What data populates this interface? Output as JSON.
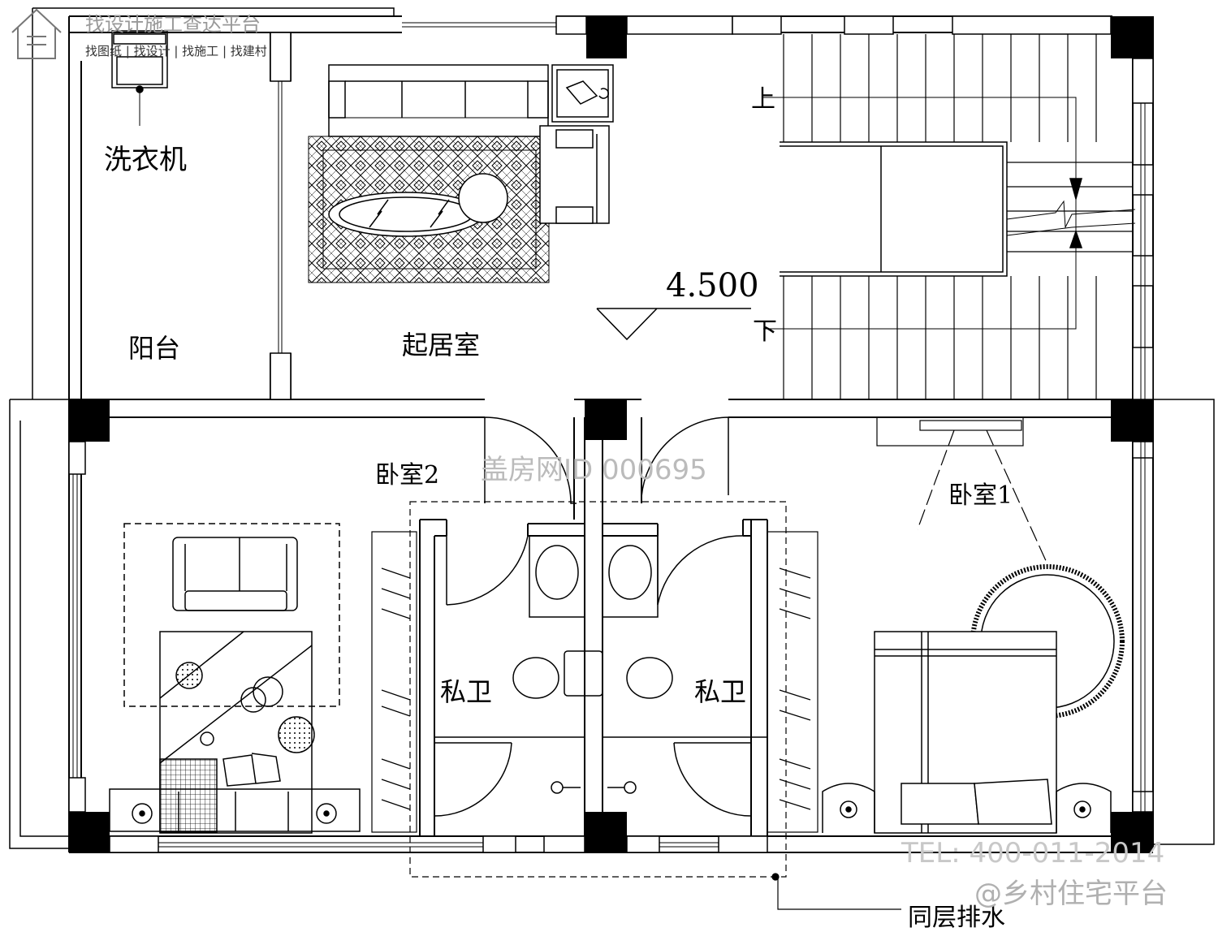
{
  "watermark": {
    "brand_top": "找设计施工查达平台",
    "brand_sub": "找图纸 | 找设计 | 找施工 | 找建村",
    "id_text": "盖房网ID 000695",
    "phone": "TEL: 400-011-2014",
    "platform": "@乡村住宅平台"
  },
  "rooms": {
    "balcony": "阳台",
    "living": "起居室",
    "bedroom2": "卧室2",
    "bedroom1": "卧室1",
    "bath_left": "私卫",
    "bath_right": "私卫"
  },
  "annotations": {
    "washer": "洗衣机",
    "elevation": "4.500",
    "stair_up": "上",
    "stair_down": "下",
    "drain": "同层排水"
  }
}
